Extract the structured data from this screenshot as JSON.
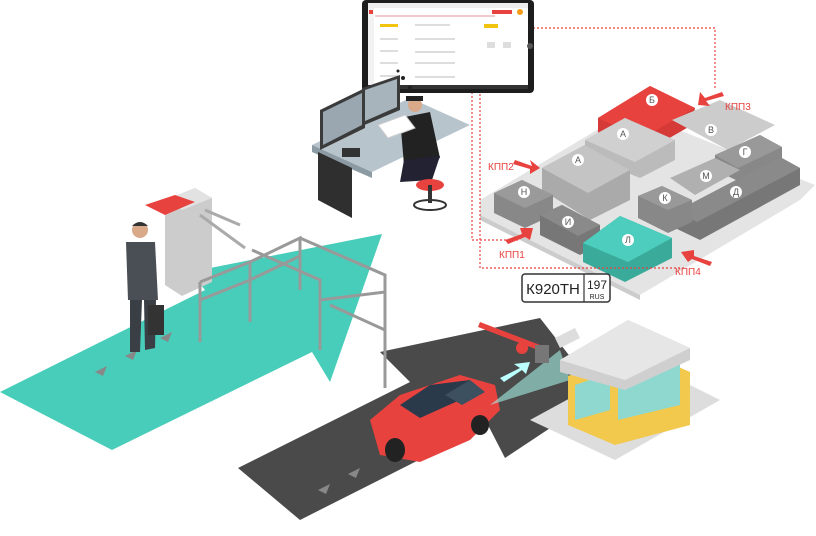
{
  "checkpoints": {
    "kpp1": "КПП1",
    "kpp2": "КПП2",
    "kpp3": "КПП3",
    "kpp4": "КПП4"
  },
  "buildings": {
    "b": "Б",
    "a1": "А",
    "a2": "А",
    "v": "В",
    "g": "Г",
    "m": "М",
    "n": "Н",
    "k": "К",
    "d": "Д",
    "i": "И",
    "l": "Л"
  },
  "plate": {
    "number": "К920ТН",
    "region": "197",
    "country": "RUS"
  },
  "colors": {
    "accent": "#e8423f",
    "pedestrian": "#47cdb9",
    "road": "#4a4a4a",
    "highlight_building": "#4ccdbd"
  }
}
